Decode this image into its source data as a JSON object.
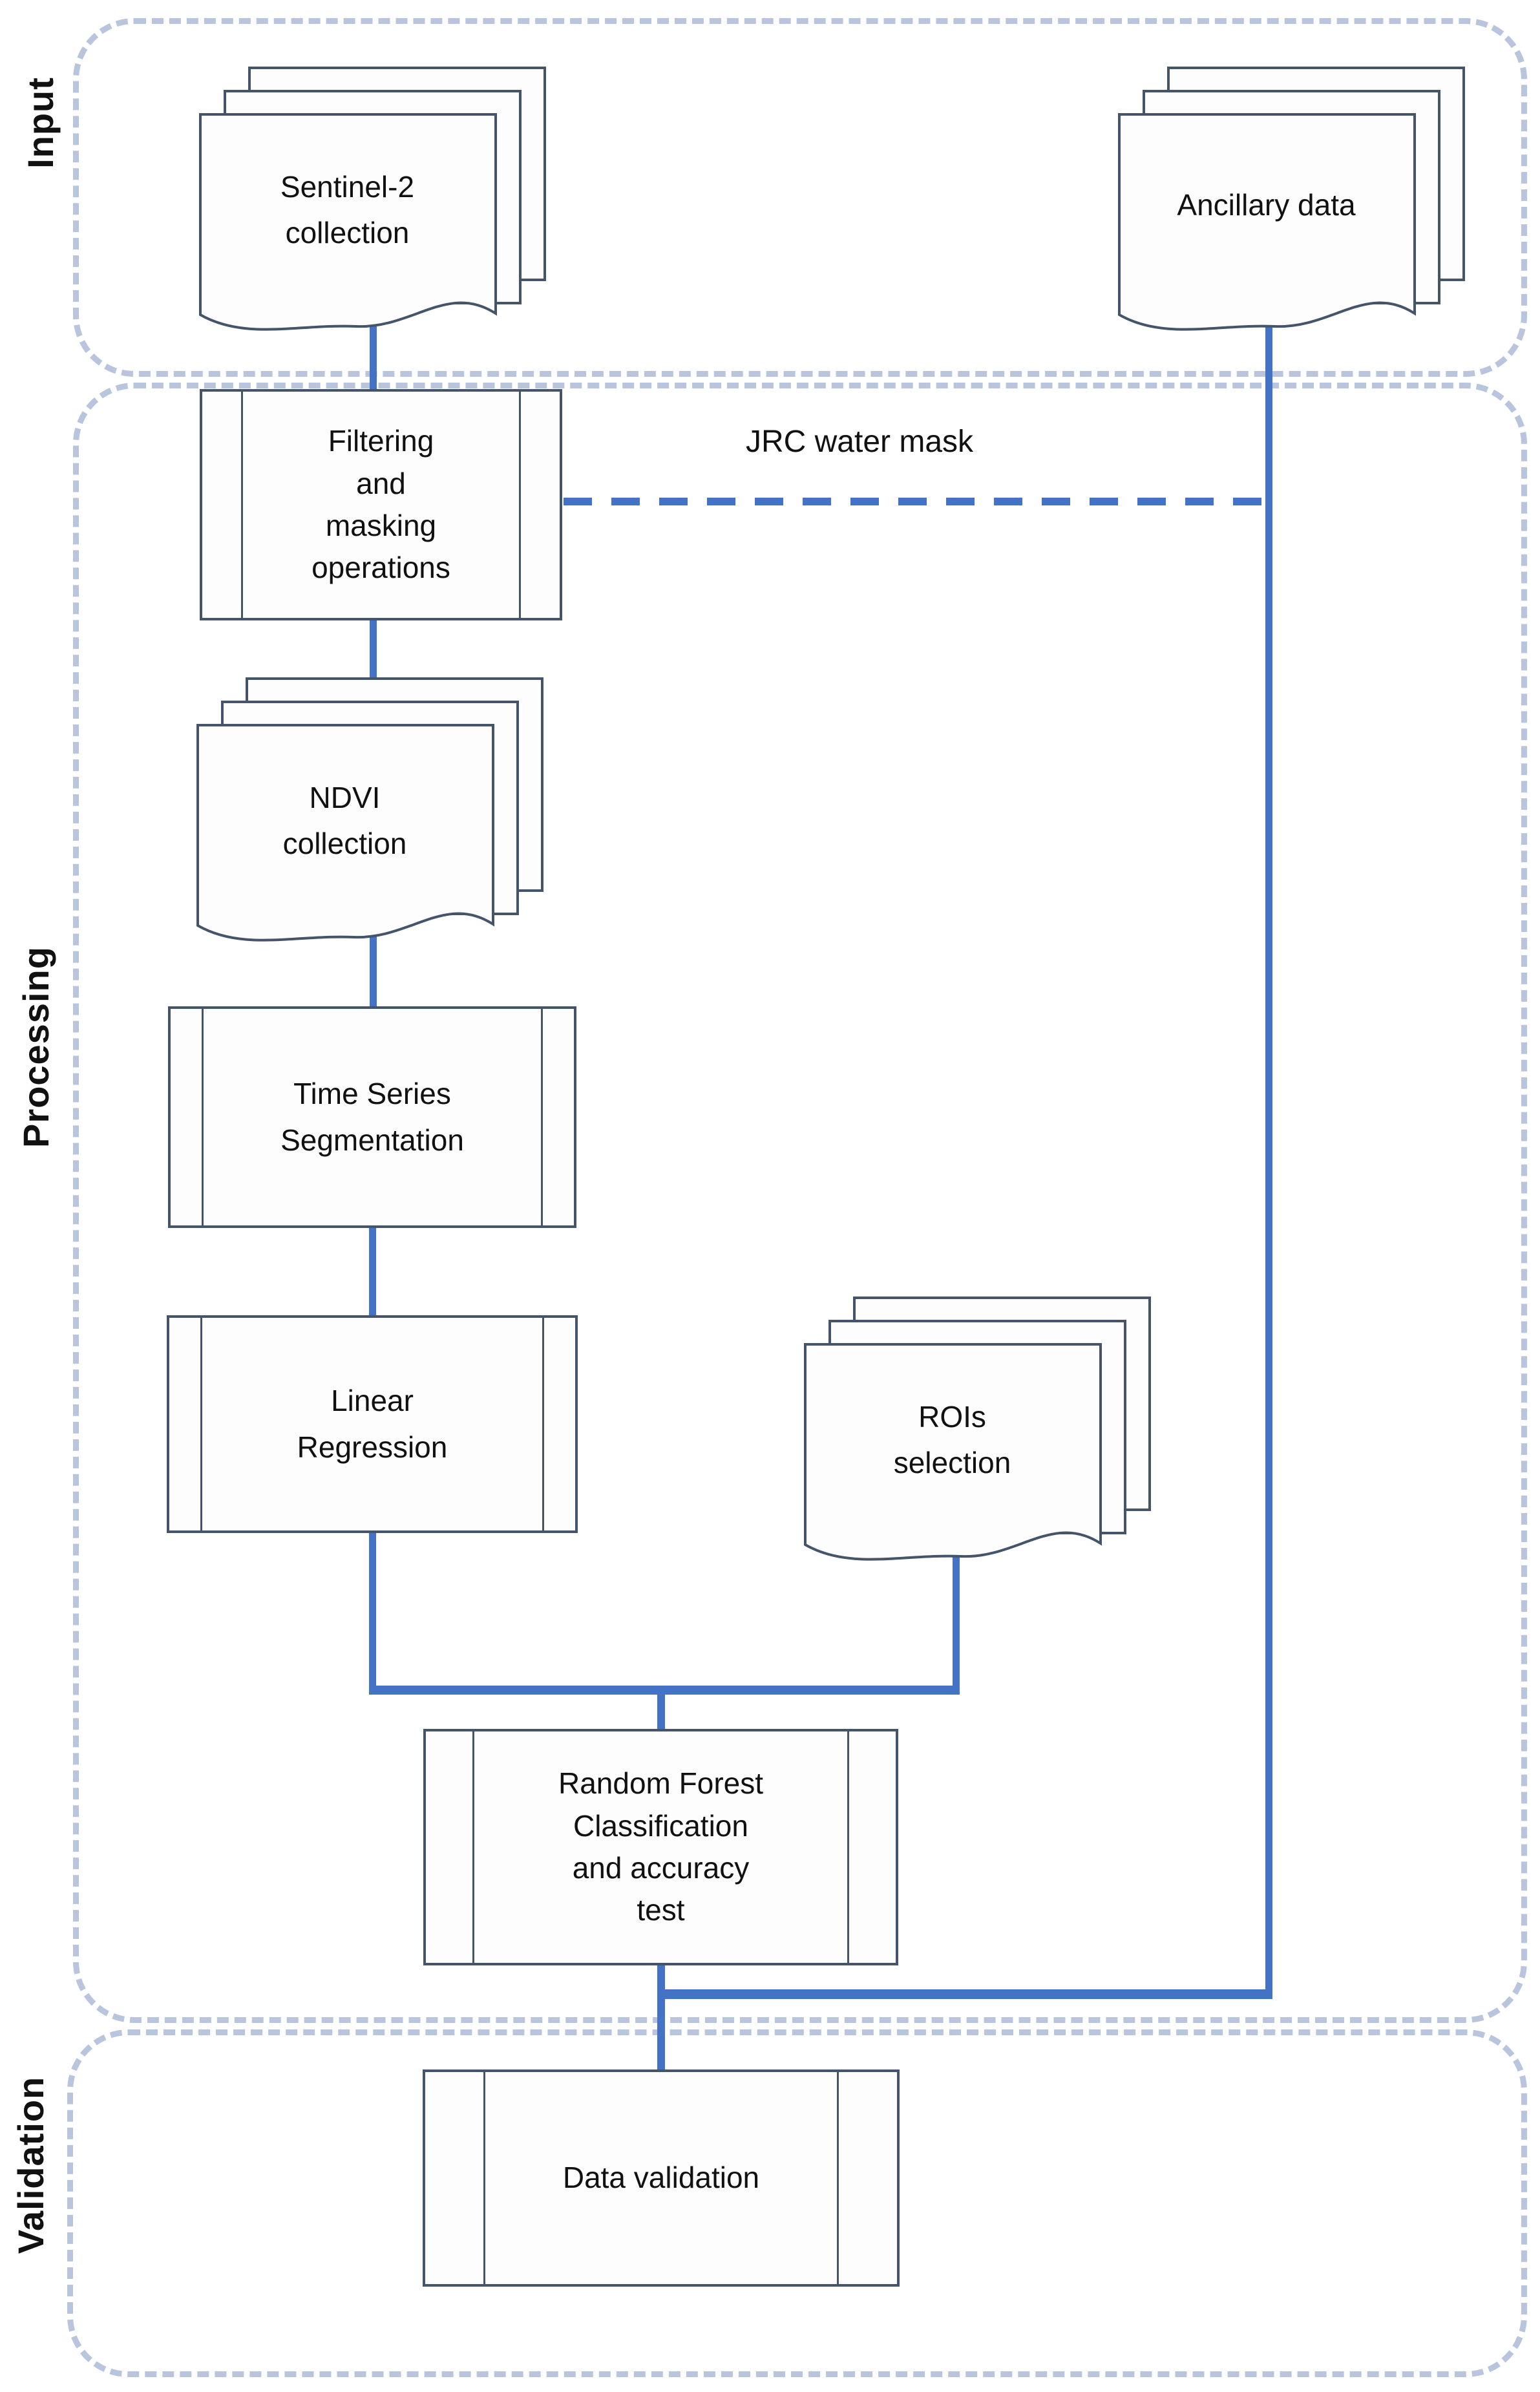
{
  "colors": {
    "connector": "#4472c4",
    "container_border": "#b9c5dd",
    "shape_border": "#44546a",
    "text": "#111111"
  },
  "sections": {
    "input": {
      "label": "Input"
    },
    "processing": {
      "label": "Processing"
    },
    "validation": {
      "label": "Validation"
    }
  },
  "nodes": {
    "sentinel": {
      "label": "Sentinel-2\ncollection",
      "shape": "document-stack"
    },
    "ancillary": {
      "label": "Ancillary data",
      "shape": "document-stack"
    },
    "filtering": {
      "label": "Filtering\nand\nmasking\noperations",
      "shape": "predefined-process"
    },
    "ndvi": {
      "label": "NDVI\ncollection",
      "shape": "document-stack"
    },
    "timeseries": {
      "label": "Time Series\nSegmentation",
      "shape": "predefined-process"
    },
    "linear_regression": {
      "label": "Linear\nRegression",
      "shape": "predefined-process"
    },
    "rois": {
      "label": "ROIs\nselection",
      "shape": "document-stack"
    },
    "random_forest": {
      "label": "Random Forest\nClassification\nand accuracy\ntest",
      "shape": "predefined-process"
    },
    "data_validation": {
      "label": "Data validation",
      "shape": "predefined-process"
    }
  },
  "edges": {
    "jrc_label": "JRC water mask"
  }
}
